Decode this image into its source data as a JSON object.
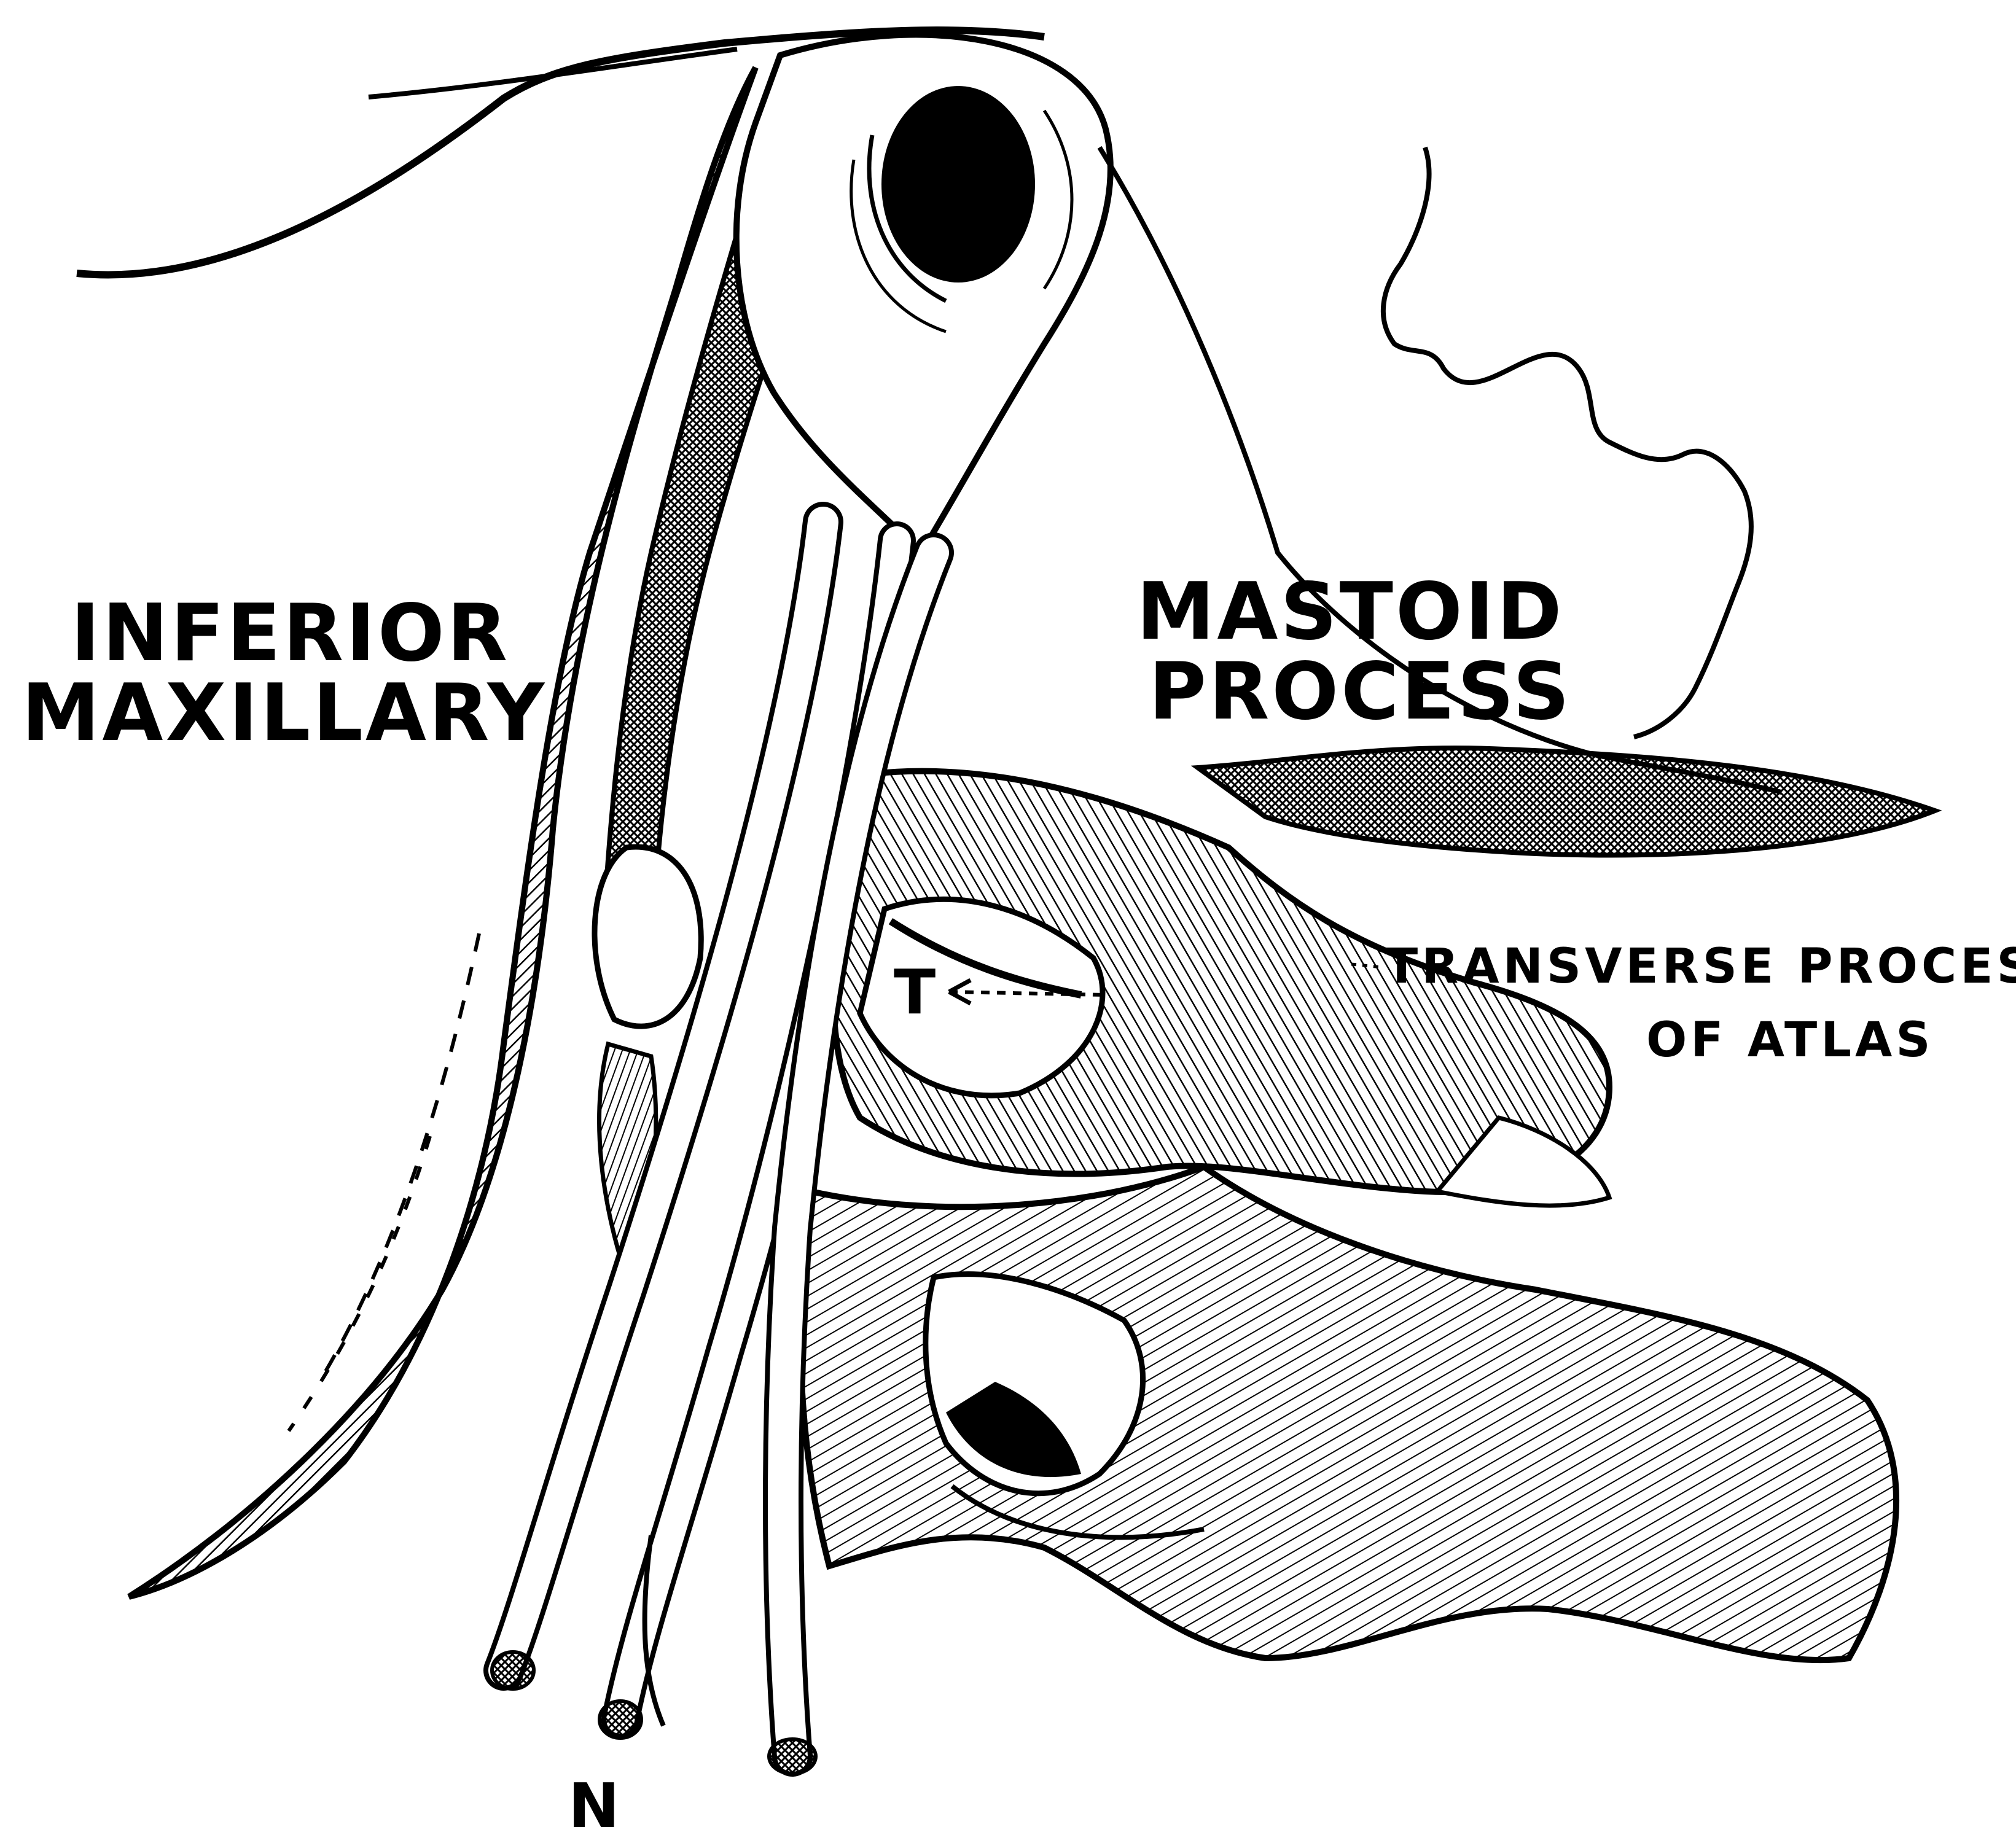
{
  "figure": {
    "labels": {
      "inferior_maxillary_line1": "INFERIOR",
      "inferior_maxillary_line2": "MAXILLARY",
      "mastoid_process_line1": "MASTOID",
      "mastoid_process_line2": "PROCESS",
      "transverse_process_line1": "TRANSVERSE PROCESS",
      "transverse_process_line2": "OF ATLAS",
      "marker_t": "T",
      "marker_n": "N"
    },
    "colors": {
      "ink": "#000000",
      "paper": "#ffffff"
    }
  }
}
